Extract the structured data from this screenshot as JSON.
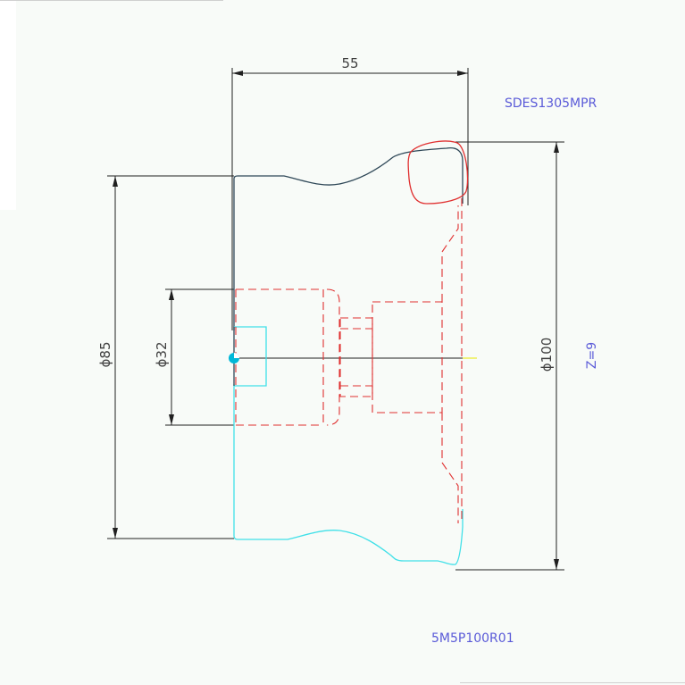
{
  "drawing": {
    "tool_code": "SDES1305MPR",
    "teeth_label": "Z=9",
    "part_number": "5M5P100R01"
  },
  "dimensions": {
    "width": "55",
    "dia_outer": "ϕ100",
    "dia_body": "ϕ85",
    "dia_bore": "ϕ32"
  },
  "colors": {
    "background": "#f8fbf8",
    "body_outline": "#2f4858",
    "body_outline_lower": "#40e0e8",
    "hidden_lines": "#e03030",
    "insert": "#e03030",
    "dimension": "#202020",
    "label": "#5a5ad8",
    "center_point": "#00b8d8"
  }
}
